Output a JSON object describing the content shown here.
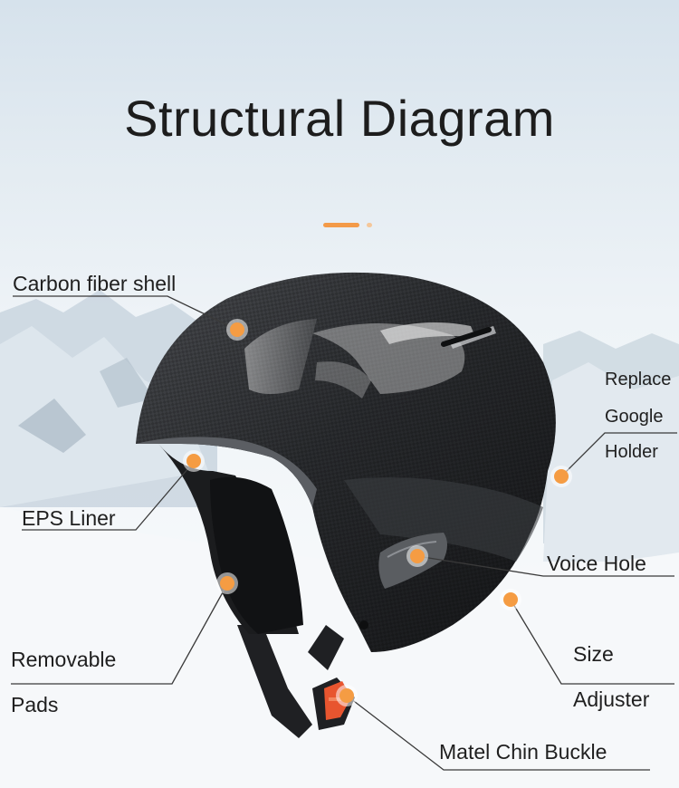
{
  "title": "Structural Diagram",
  "colors": {
    "accent": "#f39a48",
    "dot": "#f59c43",
    "leader_line": "#3a3a3a",
    "buckle": "#e8552f"
  },
  "labels": {
    "carbon_fiber_shell": "Carbon fiber shell",
    "eps_liner": "EPS Liner",
    "removable_line1": "Removable",
    "removable_line2": "Pads",
    "replace_line1": "Replace",
    "replace_line2": "Google",
    "replace_line3": "Holder",
    "voice_hole": "Voice Hole",
    "size_line1": "Size",
    "size_line2": "Adjuster",
    "chin_buckle": "Matel Chin Buckle"
  }
}
